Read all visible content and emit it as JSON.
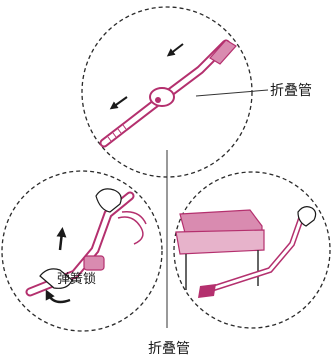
{
  "labels": {
    "fold_tube_top": "折叠管",
    "spring_lock": "弹簧锁",
    "fold_tube_bottom": "折叠管"
  },
  "colors": {
    "accent": "#b4306e",
    "accent_fill": "#d98bb0",
    "circle_outline": "#2a2a2a",
    "line": "#333333"
  }
}
